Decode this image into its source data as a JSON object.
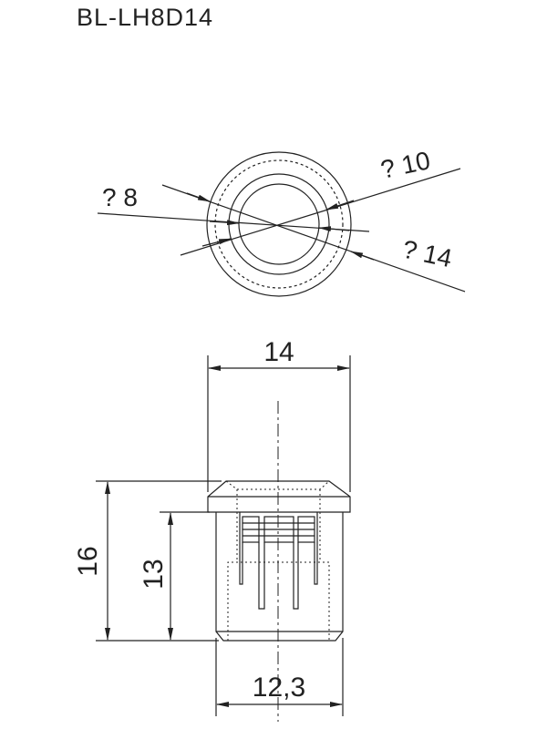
{
  "title": "BL-LH8D14",
  "top_view": {
    "dia_inner": "? 8",
    "dia_mid": "? 10",
    "dia_outer": "? 14"
  },
  "side_view": {
    "width_top": "14",
    "width_bottom": "12,3",
    "height_total": "16",
    "height_body": "13"
  },
  "colors": {
    "line": "#222222"
  }
}
